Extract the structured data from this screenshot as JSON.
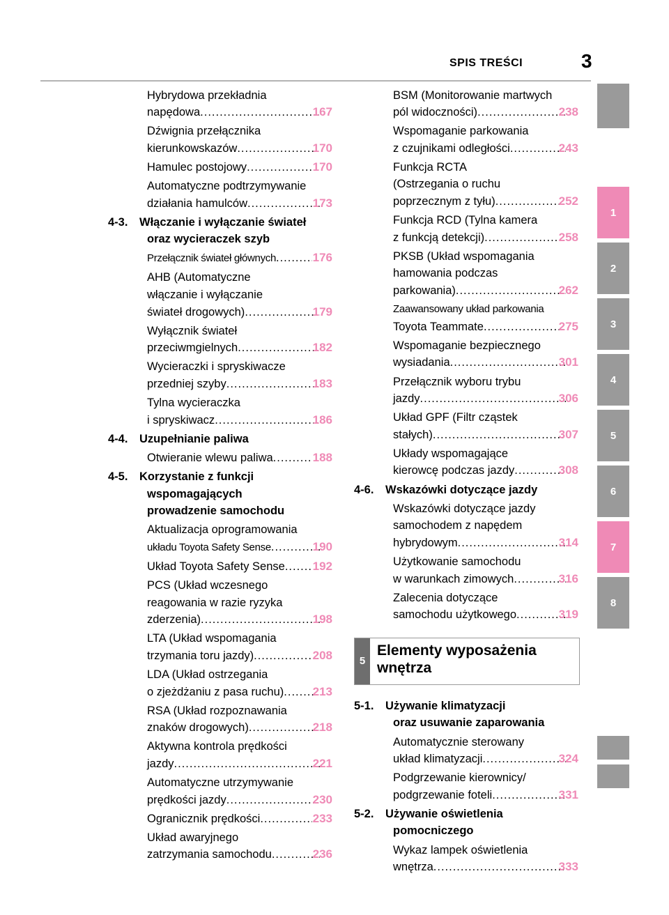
{
  "header": {
    "title": "SPIS TREŚCI",
    "page_number": "3"
  },
  "side_tabs": [
    "1",
    "2",
    "3",
    "4",
    "5",
    "6",
    "7",
    "8"
  ],
  "left_column": [
    {
      "type": "entry",
      "lines": [
        "Hybrydowa przekładnia",
        "napędowa"
      ],
      "page": "167"
    },
    {
      "type": "entry",
      "lines": [
        "Dźwignia przełącznika",
        "kierunkowskazów"
      ],
      "page": "170"
    },
    {
      "type": "entry",
      "lines": [
        "Hamulec postojowy"
      ],
      "page": "170"
    },
    {
      "type": "entry",
      "lines": [
        "Automatyczne podtrzymywanie",
        "działania hamulców"
      ],
      "page": "173"
    },
    {
      "type": "section",
      "num": "4-3.",
      "lines": [
        "Włączanie i wyłączanie świateł",
        "oraz wycieraczek szyb"
      ]
    },
    {
      "type": "entry",
      "lines": [
        "Przełącznik świateł głównych"
      ],
      "page": "176",
      "small": true
    },
    {
      "type": "entry",
      "lines": [
        "AHB (Automatyczne",
        "włączanie i wyłączanie",
        "świateł drogowych)"
      ],
      "page": "179"
    },
    {
      "type": "entry",
      "lines": [
        "Wyłącznik świateł",
        "przeciwmgielnych"
      ],
      "page": "182"
    },
    {
      "type": "entry",
      "lines": [
        "Wycieraczki i spryskiwacze",
        "przedniej szyby"
      ],
      "page": "183"
    },
    {
      "type": "entry",
      "lines": [
        "Tylna wycieraczka",
        "i spryskiwacz"
      ],
      "page": "186"
    },
    {
      "type": "section",
      "num": "4-4.",
      "lines": [
        "Uzupełnianie paliwa"
      ]
    },
    {
      "type": "entry",
      "lines": [
        "Otwieranie wlewu paliwa"
      ],
      "page": "188"
    },
    {
      "type": "section",
      "num": "4-5.",
      "lines": [
        "Korzystanie z funkcji",
        "wspomagających",
        "prowadzenie samochodu"
      ]
    },
    {
      "type": "entry",
      "lines": [
        "Aktualizacja oprogramowania",
        "układu Toyota Safety Sense"
      ],
      "page": "190",
      "small_last": true
    },
    {
      "type": "entry",
      "lines": [
        "Układ Toyota Safety Sense"
      ],
      "page": "192"
    },
    {
      "type": "entry",
      "lines": [
        "PCS (Układ wczesnego",
        "reagowania w razie ryzyka",
        "zderzenia)"
      ],
      "page": "198"
    },
    {
      "type": "entry",
      "lines": [
        "LTA (Układ wspomagania",
        "trzymania toru jazdy)"
      ],
      "page": "208"
    },
    {
      "type": "entry",
      "lines": [
        "LDA (Układ ostrzegania",
        "o zjeżdżaniu z pasa ruchu)"
      ],
      "page": "213"
    },
    {
      "type": "entry",
      "lines": [
        "RSA (Układ rozpoznawania",
        "znaków drogowych)"
      ],
      "page": "218"
    },
    {
      "type": "entry",
      "lines": [
        "Aktywna kontrola prędkości",
        "jazdy"
      ],
      "page": "221"
    },
    {
      "type": "entry",
      "lines": [
        "Automatyczne utrzymywanie",
        "prędkości jazdy"
      ],
      "page": "230"
    },
    {
      "type": "entry",
      "lines": [
        "Ogranicznik prędkości"
      ],
      "page": "233"
    },
    {
      "type": "entry",
      "lines": [
        "Układ awaryjnego",
        "zatrzymania samochodu"
      ],
      "page": "236"
    }
  ],
  "right_column": [
    {
      "type": "entry",
      "lines": [
        "BSM (Monitorowanie martwych",
        "pól widoczności)"
      ],
      "page": "238"
    },
    {
      "type": "entry",
      "lines": [
        "Wspomaganie parkowania",
        "z czujnikami odległości"
      ],
      "page": "243"
    },
    {
      "type": "entry",
      "lines": [
        "Funkcja RCTA",
        "(Ostrzegania o ruchu",
        "poprzecznym z tyłu)"
      ],
      "page": "252"
    },
    {
      "type": "entry",
      "lines": [
        "Funkcja RCD (Tylna kamera",
        "z funkcją detekcji)"
      ],
      "page": "258"
    },
    {
      "type": "entry",
      "lines": [
        "PKSB (Układ wspomagania",
        "hamowania podczas",
        "parkowania)"
      ],
      "page": "262"
    },
    {
      "type": "entry",
      "lines": [
        "Zaawansowany układ parkowania",
        "Toyota Teammate"
      ],
      "page": "275",
      "small_first": true
    },
    {
      "type": "entry",
      "lines": [
        "Wspomaganie bezpiecznego",
        "wysiadania"
      ],
      "page": "301"
    },
    {
      "type": "entry",
      "lines": [
        "Przełącznik wyboru trybu",
        "jazdy"
      ],
      "page": "306"
    },
    {
      "type": "entry",
      "lines": [
        "Układ GPF (Filtr cząstek",
        "stałych)"
      ],
      "page": "307"
    },
    {
      "type": "entry",
      "lines": [
        "Układy wspomagające",
        "kierowcę podczas jazdy"
      ],
      "page": "308"
    },
    {
      "type": "section",
      "num": "4-6.",
      "lines": [
        "Wskazówki dotyczące jazdy"
      ]
    },
    {
      "type": "entry",
      "lines": [
        "Wskazówki dotyczące jazdy",
        "samochodem z napędem",
        "hybrydowym"
      ],
      "page": "314"
    },
    {
      "type": "entry",
      "lines": [
        "Użytkowanie samochodu",
        "w warunkach zimowych"
      ],
      "page": "316"
    },
    {
      "type": "entry",
      "lines": [
        "Zalecenia dotyczące",
        "samochodu użytkowego"
      ],
      "page": "319"
    },
    {
      "type": "chapter",
      "num": "5",
      "lines": [
        "Elementy wyposażenia",
        "wnętrza"
      ]
    },
    {
      "type": "section",
      "num": "5-1.",
      "lines": [
        "Używanie klimatyzacji",
        "oraz usuwanie zaparowania"
      ]
    },
    {
      "type": "entry",
      "lines": [
        "Automatycznie sterowany",
        "układ klimatyzacji"
      ],
      "page": "324"
    },
    {
      "type": "entry",
      "lines": [
        "Podgrzewanie kierownicy/",
        "podgrzewanie foteli"
      ],
      "page": "331"
    },
    {
      "type": "section",
      "num": "5-2.",
      "lines": [
        "Używanie oświetlenia",
        "pomocniczego"
      ]
    },
    {
      "type": "entry",
      "lines": [
        "Wykaz lampek oświetlenia",
        "wnętrza"
      ],
      "page": "333"
    }
  ],
  "colors": {
    "page_number": "#ef8ab6",
    "tab_gray": "#9a9a9a",
    "tab_pink": "#ef8ab6",
    "tab_dark": "#6e6e6e"
  }
}
